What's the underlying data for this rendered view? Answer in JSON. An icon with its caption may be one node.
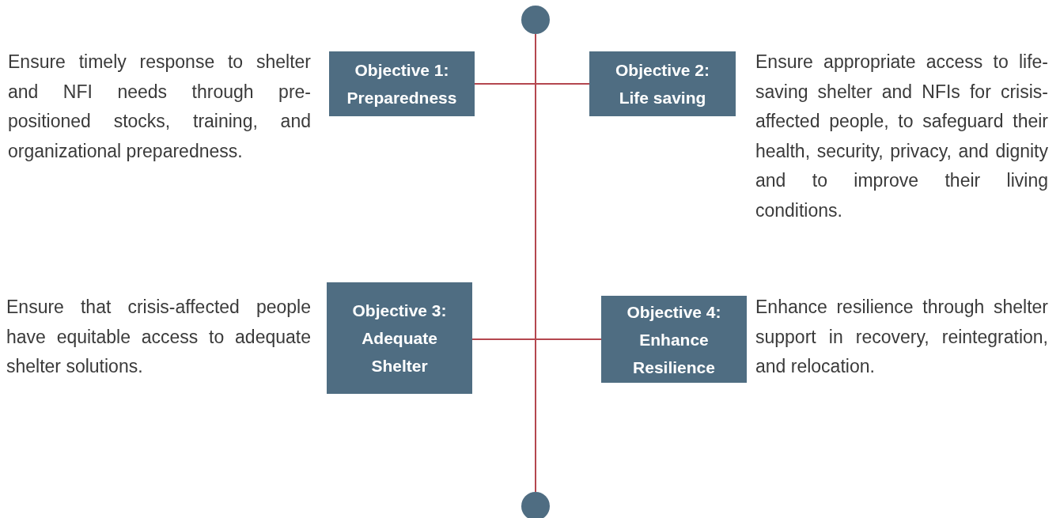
{
  "diagram": {
    "nodes": [
      {
        "text": [],
        "shape": "circle"
      },
      {
        "text": [
          "Objective 1: Preparedness"
        ],
        "beside": [
          "Ensure timely response to shelter and NFI needs through pre-positioned stocks, training, and organizational preparedness."
        ]
      },
      {
        "text": [
          "Objective 2: Life saving"
        ],
        "beside": [
          "Ensure appropriate access to life-saving shelter and NFIs for crisis-affected people, to safeguard their health, security, privacy, and dignity and to improve their living conditions."
        ]
      },
      {
        "text": [
          "Objective 3: Adequate Shelter"
        ],
        "beside": [
          "Ensure that crisis-affected people have equitable access to adequate shelter solutions."
        ]
      },
      {
        "text": [
          "Objective 4: Enhance Resilience"
        ],
        "beside": [
          "Enhance resilience through shelter support in recovery, reintegration, and relocation."
        ]
      },
      {
        "text": [],
        "shape": "circle"
      }
    ],
    "edges": [
      {
        "from": 0,
        "to": 5,
        "arrow": "none"
      },
      {
        "from": 1,
        "to": 2,
        "arrow": "none"
      },
      {
        "from": 3,
        "to": 4,
        "arrow": "none"
      }
    ]
  }
}
